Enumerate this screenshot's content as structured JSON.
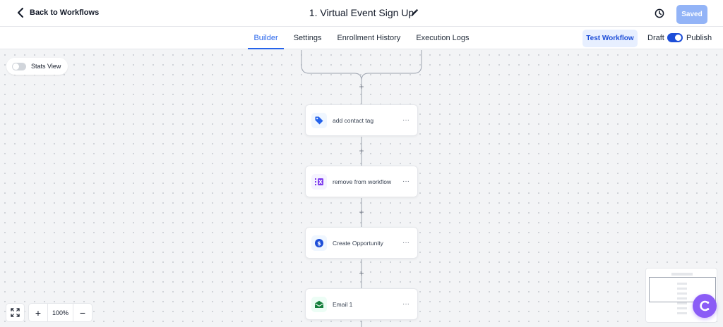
{
  "header": {
    "back_label": "Back to Workflows",
    "title": "1. Virtual Event Sign Up",
    "saved_label": "Saved"
  },
  "tabs": [
    {
      "label": "Builder",
      "active": true
    },
    {
      "label": "Settings",
      "active": false
    },
    {
      "label": "Enrollment History",
      "active": false
    },
    {
      "label": "Execution Logs",
      "active": false
    }
  ],
  "actions": {
    "test_label": "Test Workflow",
    "draft_label": "Draft",
    "publish_label": "Publish",
    "published": true
  },
  "canvas": {
    "stats_label": "Stats View",
    "stats_on": false,
    "zoom_label": "100%",
    "plus_glyph": "+",
    "more_glyph": "···",
    "zoom_in_glyph": "+",
    "zoom_out_glyph": "−"
  },
  "nodes": [
    {
      "label": "add contact tag",
      "icon": "tag-icon",
      "icon_color": "#2563eb",
      "icon_bg": "#eff6ff"
    },
    {
      "label": "remove from workflow",
      "icon": "remove-workflow-icon",
      "icon_color": "#7c3aed",
      "icon_bg": "#f5f3ff"
    },
    {
      "label": "Create Opportunity",
      "icon": "dollar-icon",
      "icon_color": "#1d4ed8",
      "icon_bg": "#eff6ff"
    },
    {
      "label": "Email 1",
      "icon": "email-icon",
      "icon_color": "#15803d",
      "icon_bg": "#ecfdf5"
    }
  ],
  "colors": {
    "accent": "#2563eb",
    "saved_button": "#93b4f7",
    "brand": "#8b5cf6"
  }
}
